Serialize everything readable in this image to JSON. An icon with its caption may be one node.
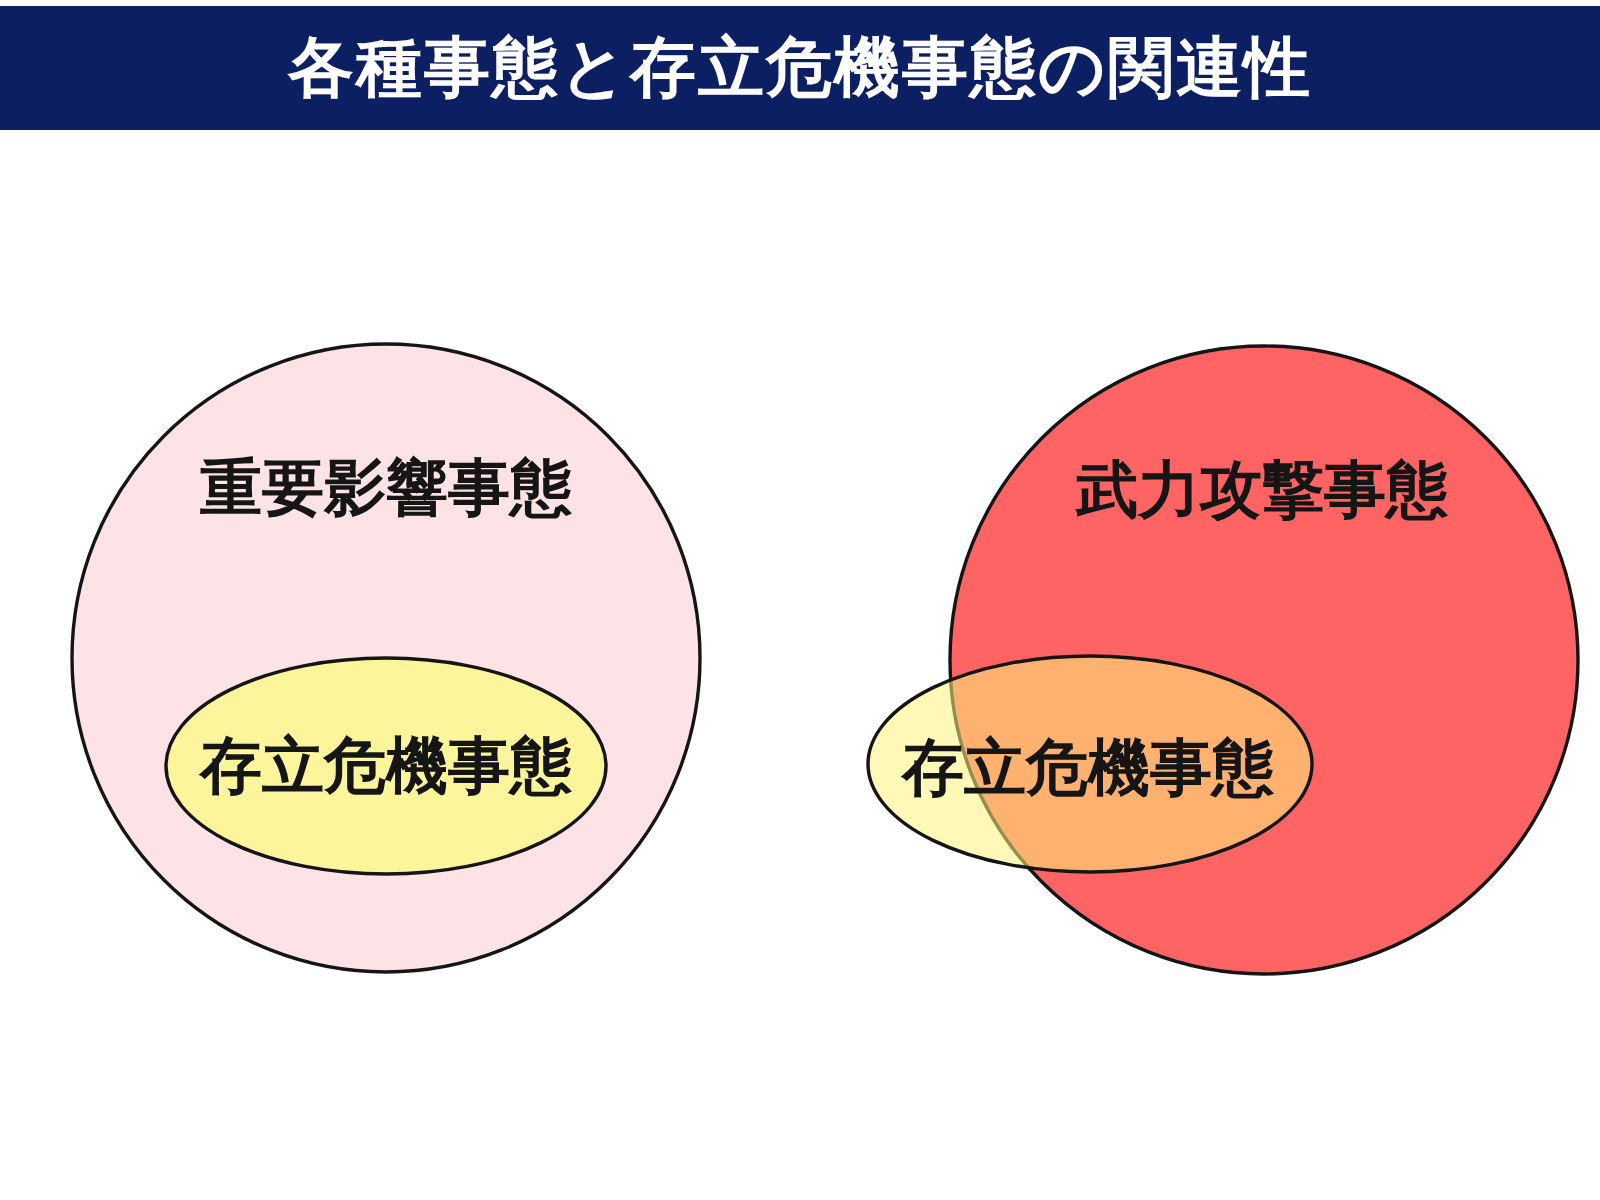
{
  "diagram": {
    "title": "各種事態と存立危機事態の関連性",
    "nodes": [
      {
        "text": [
          "重要影響事態"
        ]
      },
      {
        "text": [
          "存立危機事態"
        ],
        "in": 0
      },
      {
        "text": [
          "武力攻撃事態"
        ]
      },
      {
        "text": [
          "存立危機事態"
        ]
      }
    ]
  }
}
